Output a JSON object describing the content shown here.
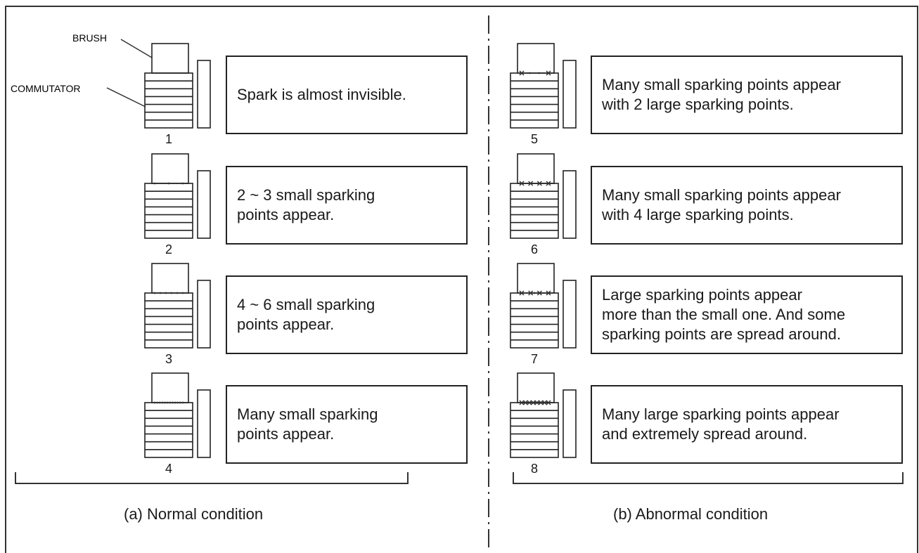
{
  "labels": {
    "brush": "BRUSH",
    "commutator": "COMMUTATOR"
  },
  "captions": {
    "normal": "(a) Normal condition",
    "abnormal": "(b) Abnormal condition"
  },
  "panels": [
    {
      "number": "1",
      "lines": [
        "Spark is almost invisible."
      ],
      "small_sparks": 0,
      "large_sparks": 0
    },
    {
      "number": "2",
      "lines": [
        "2 ~ 3 small sparking",
        "points appear."
      ],
      "small_sparks": 3,
      "large_sparks": 0
    },
    {
      "number": "3",
      "lines": [
        "4 ~ 6 small sparking",
        "points appear."
      ],
      "small_sparks": 6,
      "large_sparks": 0
    },
    {
      "number": "4",
      "lines": [
        "Many small sparking",
        "points appear."
      ],
      "small_sparks": 12,
      "large_sparks": 0
    },
    {
      "number": "5",
      "lines": [
        "Many small sparking points appear",
        "with 2 large sparking points."
      ],
      "small_sparks": 4,
      "large_sparks": 2
    },
    {
      "number": "6",
      "lines": [
        "Many small sparking points appear",
        "with 4 large sparking points."
      ],
      "small_sparks": 4,
      "large_sparks": 4
    },
    {
      "number": "7",
      "lines": [
        "Large sparking points appear",
        "more than the small one. And some",
        "sparking points are spread around."
      ],
      "small_sparks": 3,
      "large_sparks": 4
    },
    {
      "number": "8",
      "lines": [
        "Many large sparking points appear",
        "and extremely spread around."
      ],
      "small_sparks": 0,
      "large_sparks": 8
    }
  ]
}
